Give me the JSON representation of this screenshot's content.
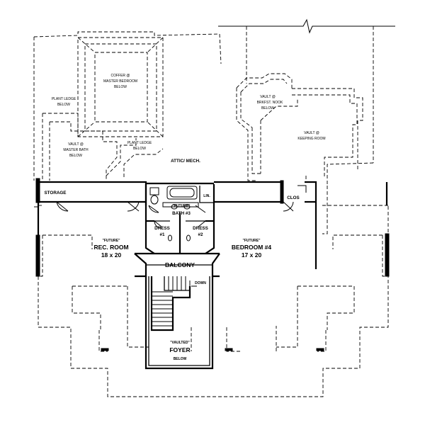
{
  "rooms": {
    "coffer": [
      "COFFER @",
      "MASTER BEDROOM",
      "BELOW"
    ],
    "plant_ledge_1": [
      "PLANT LEDGE",
      "BELOW"
    ],
    "plant_ledge_2": [
      "PLANT LEDGE",
      "BELOW"
    ],
    "vault_master_bath": [
      "VAULT @",
      "MASTER BATH",
      "BELOW"
    ],
    "vault_brkfst": [
      "VAULT @",
      "BRKFST. NOOK",
      "BELOW"
    ],
    "vault_keeping": [
      "VAULT @",
      "KEEPING ROOM"
    ],
    "attic": "ATTIC/ MECH.",
    "storage": "STORAGE",
    "lin": "LIN.",
    "clos": "CLOS",
    "bath3": [
      "\"FUTURE\"",
      "BATH #3"
    ],
    "dress1": [
      "DRESS",
      "#1"
    ],
    "dress2": [
      "DRESS",
      "#2"
    ],
    "rec_room": [
      "\"FUTURE\"",
      "REC. ROOM",
      "18 x 20"
    ],
    "bedroom4": [
      "\"FUTURE\"",
      "BEDROOM #4",
      "17 x 20"
    ],
    "balcony": "BALCONY",
    "down": "DOWN",
    "foyer": [
      "\"VAULTED\"",
      "FOYER",
      "BELOW"
    ]
  }
}
